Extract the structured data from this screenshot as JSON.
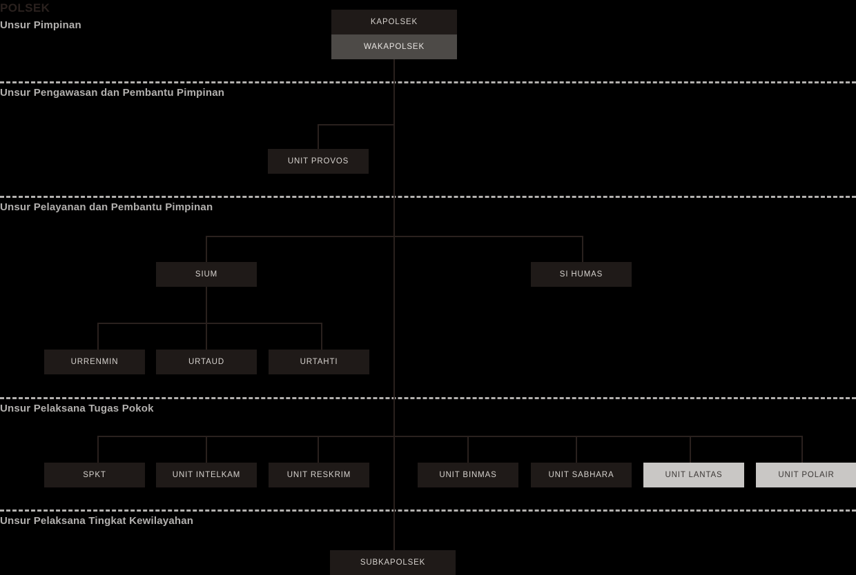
{
  "page": {
    "title": "POLSEK"
  },
  "sections": [
    {
      "id": "pimpinan",
      "label": "Unsur Pimpinan"
    },
    {
      "id": "pengawasan",
      "label": "Unsur Pengawasan dan Pembantu Pimpinan"
    },
    {
      "id": "pelayanan",
      "label": "Unsur Pelayanan dan Pembantu Pimpinan"
    },
    {
      "id": "tugas-pokok",
      "label": "Unsur Pelaksana Tugas Pokok"
    },
    {
      "id": "kewilayahan",
      "label": "Unsur Pelaksana Tingkat Kewilayahan"
    }
  ],
  "nodes": {
    "kapolsek": "KAPOLSEK",
    "wakapolsek": "WAKAPOLSEK",
    "unit_provos": "UNIT PROVOS",
    "sium": "SIUM",
    "si_humas": "SI HUMAS",
    "urrenmin": "URRENMIN",
    "urtaud": "URTAUD",
    "urtahti": "URTAHTI",
    "spkt": "SPKT",
    "unit_intelkam": "UNIT INTELKAM",
    "unit_reskrim": "UNIT RESKRIM",
    "unit_binmas": "UNIT BINMAS",
    "unit_sabhara": "UNIT SABHARA",
    "unit_lantas": "UNIT LANTAS",
    "unit_polair": "UNIT POLAIR",
    "subkapolsek": "SUBKAPOLSEK"
  },
  "colors": {
    "background": "#000000",
    "box_dark": "#1f1a18",
    "box_mid": "#4d4a47",
    "box_light": "#c9c7c5",
    "line": "#2a211e",
    "divider": "#b3b1af",
    "label_text": "#b3b1af",
    "title_text": "#2a211e",
    "text_on_dark": "#d6d2ce",
    "text_on_light": "#3b3735"
  }
}
